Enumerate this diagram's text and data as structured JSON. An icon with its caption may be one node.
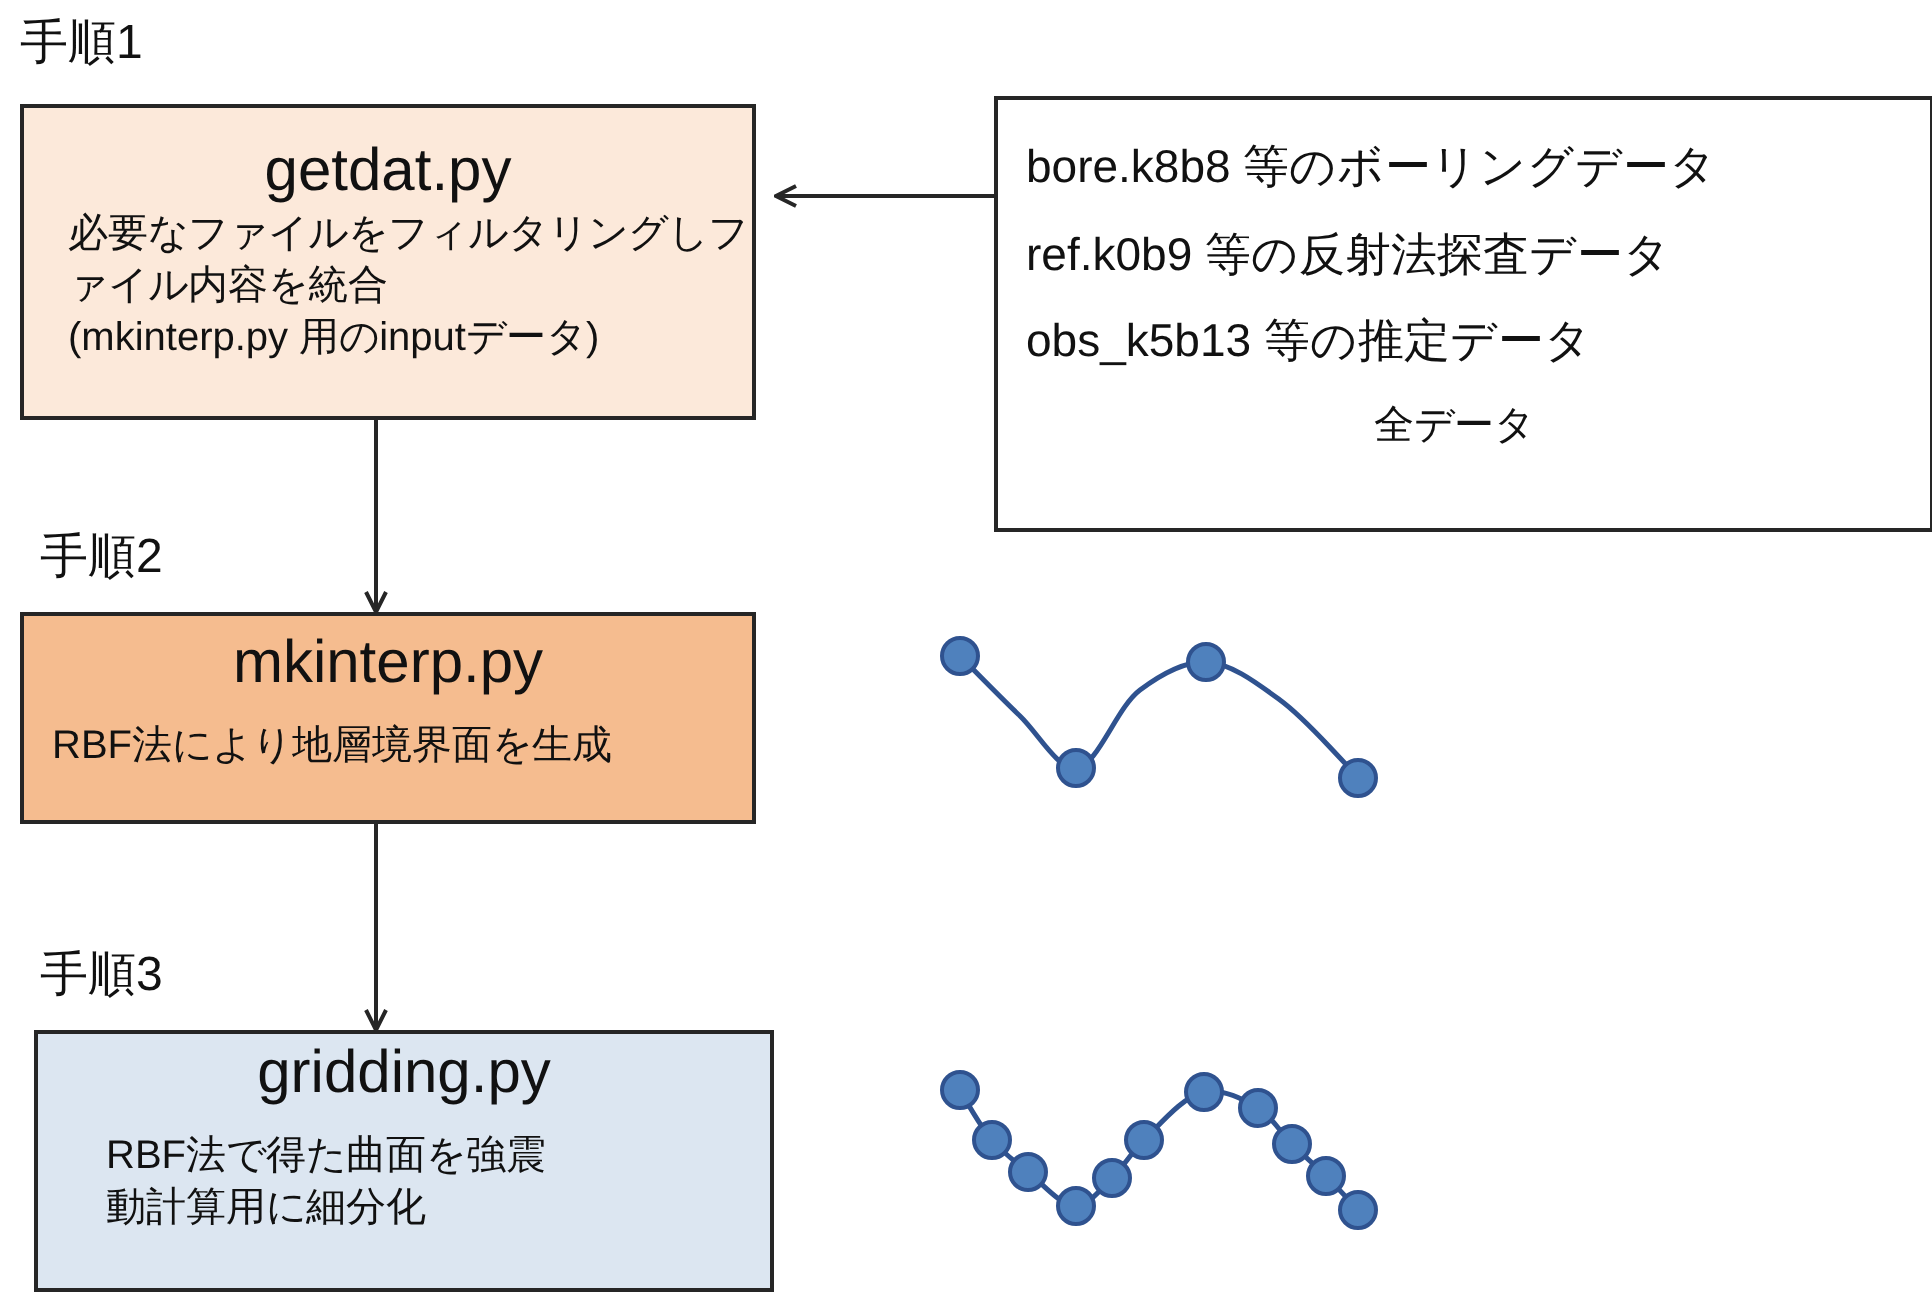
{
  "diagram": {
    "nodes": [
      {
        "text": [
          "手順1",
          "getdat.py",
          "必要なファイルをフィルタリングしファイル内容を統合",
          "(mkinterp.py 用のinputデータ)"
        ]
      },
      {
        "text": [
          "bore.k8b8 等のボーリングデータ",
          "ref.k0b9 等の反射法探査データ",
          "obs_k5b13 等の推定データ",
          "全データ"
        ]
      },
      {
        "text": [
          "手順2",
          "mkinterp.py",
          "RBF法により地層境界面を生成"
        ]
      },
      {
        "text": [
          "手順3",
          "gridding.py",
          "RBF法で得た曲面を強震動計算用に細分化"
        ]
      }
    ],
    "edges": [
      {
        "from": 1,
        "to": 0,
        "arrow": "to"
      },
      {
        "from": 0,
        "to": 2,
        "arrow": "to"
      },
      {
        "from": 2,
        "to": 3,
        "arrow": "to"
      }
    ]
  }
}
